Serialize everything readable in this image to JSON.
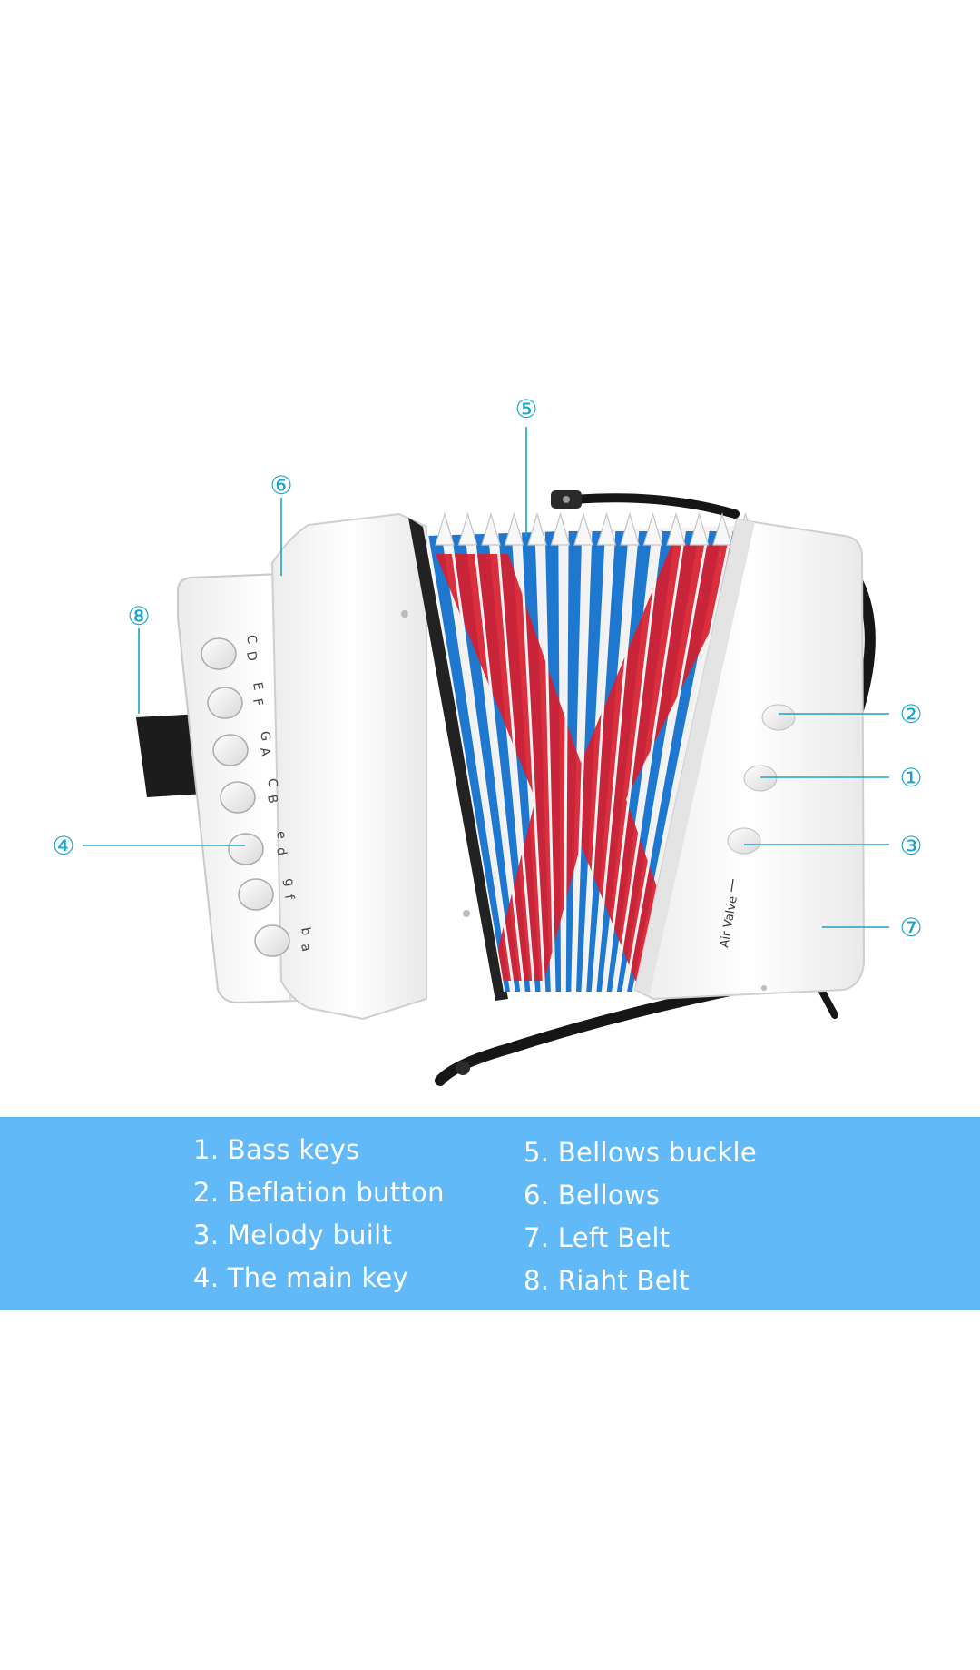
{
  "callouts": [
    {
      "number": "①"
    },
    {
      "number": "②"
    },
    {
      "number": "③"
    },
    {
      "number": "④"
    },
    {
      "number": "⑤"
    },
    {
      "number": "⑥"
    },
    {
      "number": "⑦"
    },
    {
      "number": "⑧"
    }
  ],
  "key_letters": [
    "C",
    "D",
    "E",
    "F",
    "G",
    "A",
    "C",
    "B",
    "e",
    "d",
    "g",
    "f",
    "b",
    "a"
  ],
  "air_valve_label": "Air Valve",
  "legend": {
    "left": [
      "1. Bass keys",
      "2. Beflation button",
      "3. Melody built",
      "4. The main key"
    ],
    "right": [
      "5. Bellows buckle",
      "6. Bellows",
      "7. Left Belt",
      "8. Riaht Belt"
    ]
  },
  "colors": {
    "callout": "#1aa3c8",
    "legend_band": "#62b9f7",
    "bellows_red": "#d81e2c",
    "bellows_blue": "#1f78d0",
    "body_white": "#f7f7f7",
    "strap": "#1b1b1b"
  }
}
